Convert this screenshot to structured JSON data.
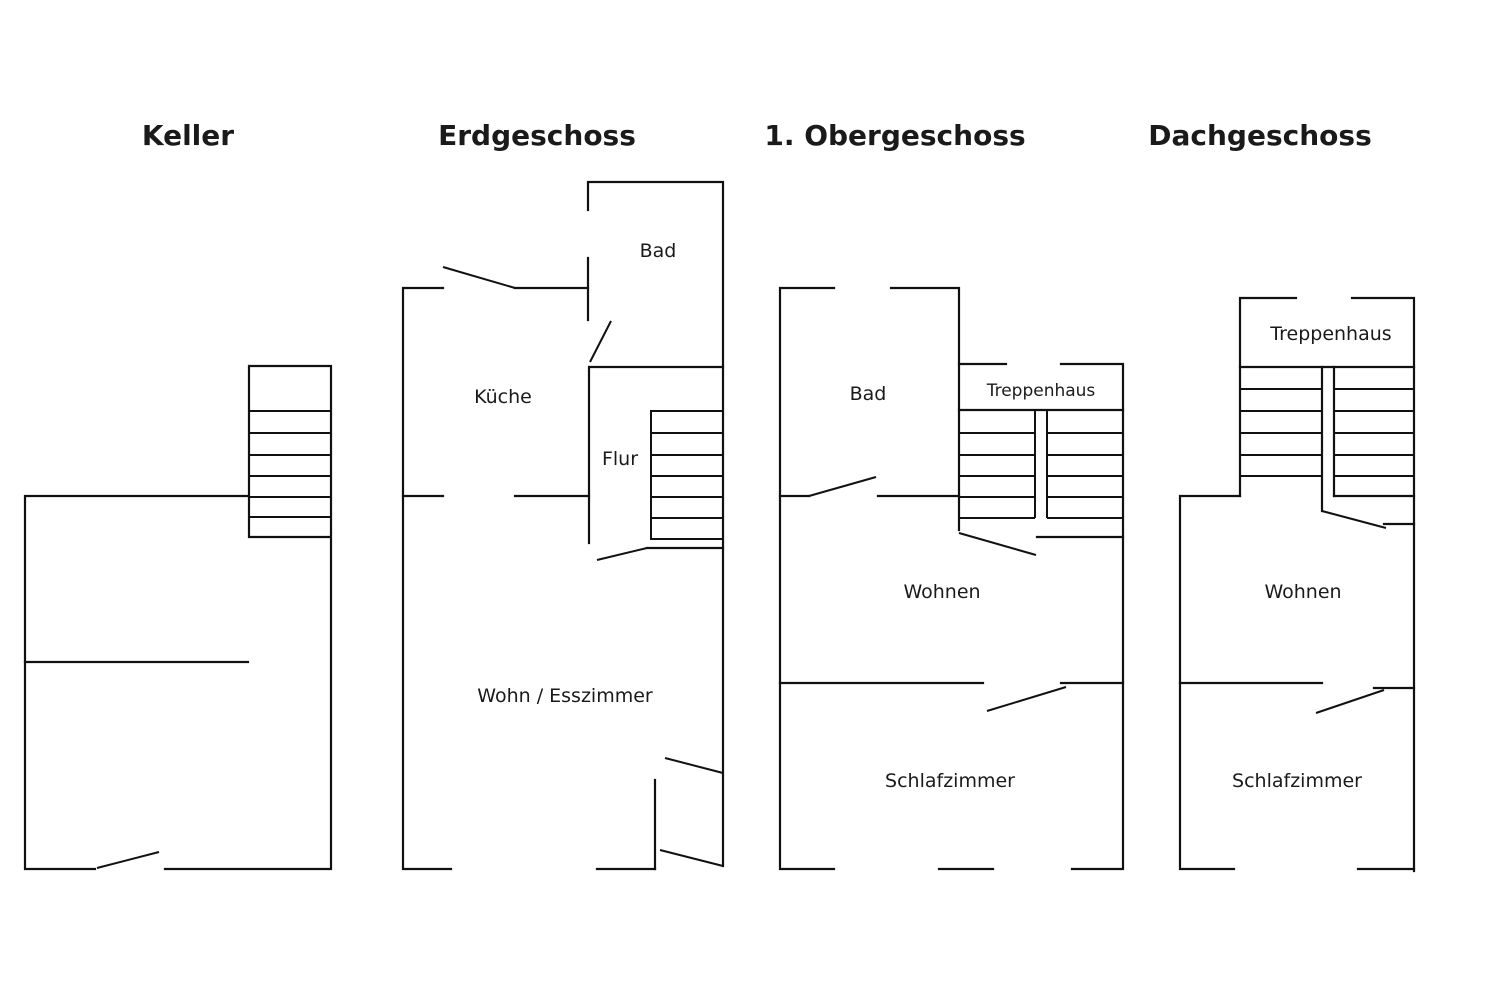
{
  "floors": [
    {
      "title": "Keller",
      "rooms": []
    },
    {
      "title": "Erdgeschoss",
      "rooms": [
        "Bad",
        "Küche",
        "Flur",
        "Wohn / Esszimmer"
      ]
    },
    {
      "title": "1. Obergeschoss",
      "rooms": [
        "Bad",
        "Treppenhaus",
        "Wohnen",
        "Schlafzimmer"
      ]
    },
    {
      "title": "Dachgeschoss",
      "rooms": [
        "Treppenhaus",
        "Wohnen",
        "Schlafzimmer"
      ]
    }
  ]
}
